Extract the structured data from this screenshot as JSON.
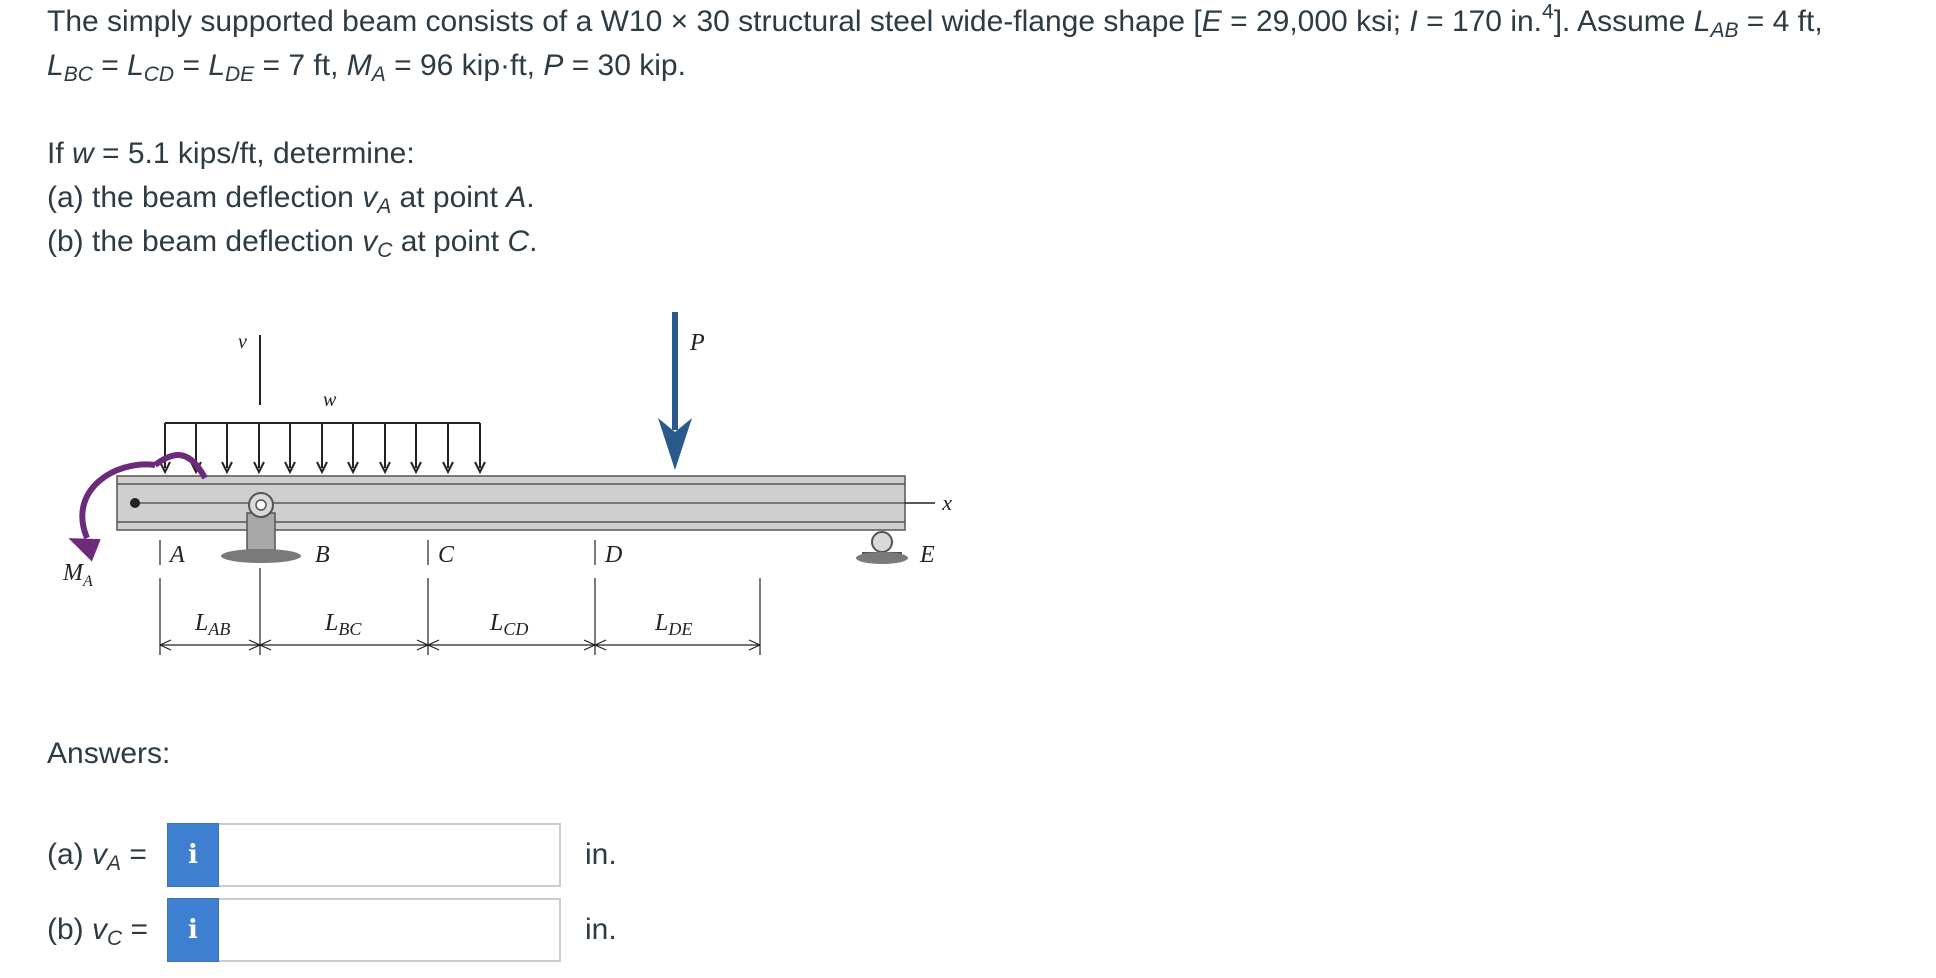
{
  "problem": {
    "line1_a": "The simply supported beam consists of a W10 × 30 structural steel wide-flange shape [",
    "E_sym": "E",
    "E_val": " = 29,000 ksi; ",
    "I_sym": "I",
    "I_val": " = 170 in.",
    "I_exp": "4",
    "line1_b": "]. Assume ",
    "L_sym": "L",
    "AB_sub": "AB",
    "LAB_val": " = 4 ft,",
    "BC_sub": "BC",
    "CD_sub": "CD",
    "DE_sub": "DE",
    "eq": " = ",
    "LDE_val": " = 7 ft, ",
    "M_sym": "M",
    "A_sub": "A",
    "MA_val": " = 96 kip·ft, ",
    "P_sym": "P",
    "P_val": " = 30 kip.",
    "if_prefix": "If ",
    "w_sym": "w",
    "w_val": " = 5.1 kips/ft, determine:",
    "part_a_pre": "(a) the beam deflection ",
    "v_sym": "v",
    "part_a_mid": " at point ",
    "part_a_point": "A",
    "part_a_end": ".",
    "part_b_pre": "(b) the beam deflection ",
    "C_sub": "C",
    "part_b_mid": " at point ",
    "part_b_point": "C",
    "part_b_end": "."
  },
  "figure": {
    "labels": {
      "v": "v",
      "w": "w",
      "P": "P",
      "x": "x",
      "A": "A",
      "B": "B",
      "C": "C",
      "D": "D",
      "E": "E",
      "M": "M",
      "M_sub": "A",
      "L": "L",
      "AB": "AB",
      "BC": "BC",
      "CD": "CD",
      "DE": "DE"
    },
    "colors": {
      "moment": "#6b2a7a",
      "load_P": "#2a5a8c",
      "beam": "#c9c9c9",
      "support": "#a8a8a8"
    }
  },
  "answers": {
    "title": "Answers:",
    "a_prefix": "(a) ",
    "a_sym": "v",
    "a_sub": "A",
    "a_eq": " =",
    "b_prefix": "(b) ",
    "b_sym": "v",
    "b_sub": "C",
    "b_eq": " =",
    "info_icon": "i",
    "a_value": "",
    "b_value": "",
    "unit": "in."
  }
}
